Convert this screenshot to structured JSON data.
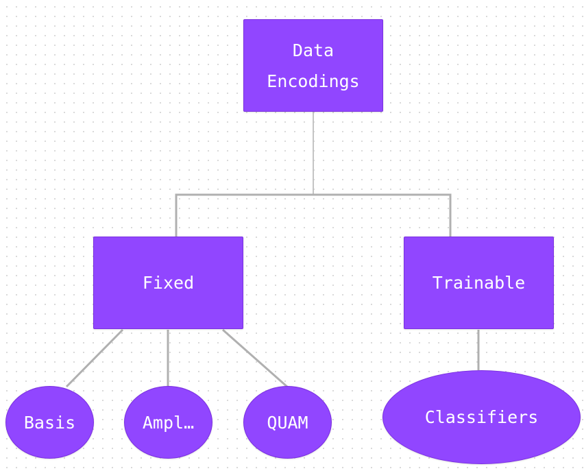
{
  "colors": {
    "node_fill": "#9146ff",
    "node_border": "#7a2fe0",
    "node_text": "#ffffff",
    "connector": "#b0b0b0",
    "background_dot": "#d6d6d6"
  },
  "root": {
    "label": "Data\nEncodings"
  },
  "categories": [
    {
      "label": "Fixed",
      "children": [
        "Basis",
        "Ampl…",
        "QUAM"
      ]
    },
    {
      "label": "Trainable",
      "children": [
        "Classifiers"
      ]
    }
  ]
}
